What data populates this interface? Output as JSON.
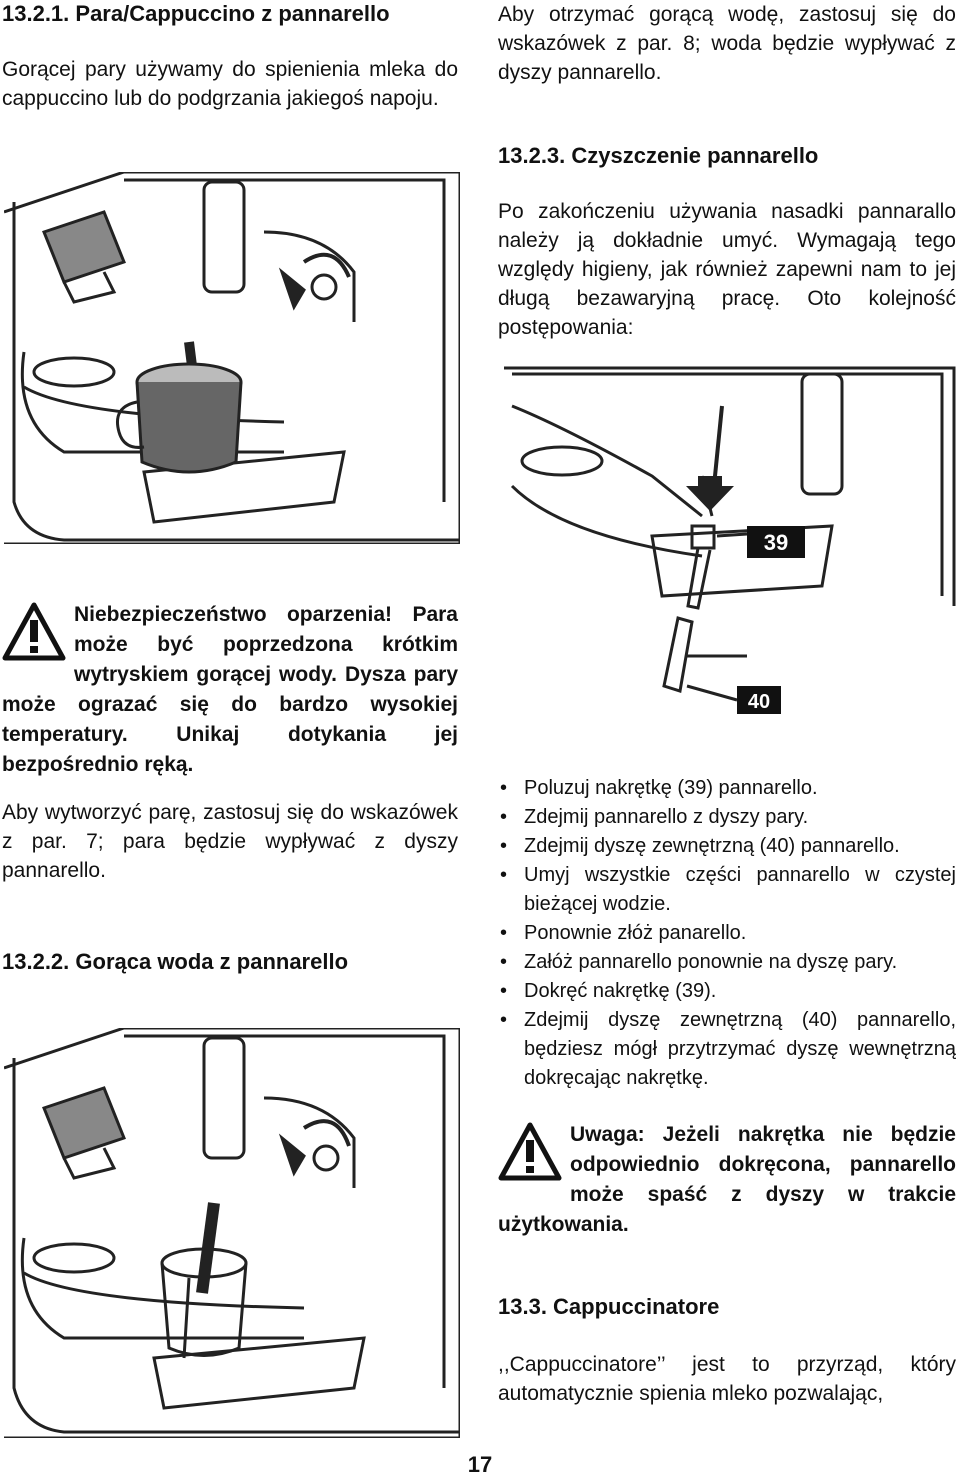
{
  "left": {
    "s1_heading": "13.2.1. Para/Cappuccino z pannarello",
    "s1_text": "Gorącej pary używamy do spienienia mleka do cappuccino lub do podgrzania jakiegoś napoju.",
    "warning_title": "Niebezpieczeństwo oparzenia!",
    "warning_text": "Para może być poprzedzona krótkim wytryskiem gorącej wody. Dysza pary może ograzać się do bardzo wysokiej temperatury. Unikaj dotykania jej bezpośrednio ręką.",
    "steam_text": "Aby wytworzyć parę, zastosuj się do wskazówek z par. 7; para będzie wypływać z dyszy pannarello.",
    "s2_heading": "13.2.2. Gorąca woda z pannarello"
  },
  "right": {
    "water_text": "Aby otrzymać gorącą wodę, zastosuj się do wskazówek z par. 8; woda będzie wypływać z dyszy pannarello.",
    "s3_heading": "13.2.3. Czyszczenie pannarello",
    "s3_text": "Po zakończeniu używania nasadki pannarallo należy ją dokładnie umyć. Wymagają tego względy higieny, jak również zapewni nam to jej długą bezawaryjną pracę. Oto kolejność postępowania:",
    "label_39": "39",
    "label_40": "40",
    "steps": [
      "Poluzuj nakrętkę (39) pannarello.",
      "Zdejmij pannarello z dyszy pary.",
      "Zdejmij dyszę zewnętrzną (40) pannarello.",
      "Umyj wszystkie części pannarello w czystej bieżącej wodzie.",
      "Ponownie złóż panarello.",
      "Załóż pannarello ponownie na dyszę pary.",
      "Dokręć nakrętkę (39).",
      "Zdejmij dyszę zewnętrzną (40) pannarello, będziesz mógł przytrzymać dyszę wewnętrzną dokręcając nakrętkę."
    ],
    "note_text": "Uwaga: Jeżeli nakrętka nie będzie odpowiednio dokręcona, pannarello może spaść z dyszy w trakcie użytkowania.",
    "s4_heading": "13.3. Cappuccinatore",
    "s4_text": ",,Cappuccinatore’’ jest to przyrząd, który automatycznie spienia mleko pozwalając,"
  },
  "page_number": "17"
}
